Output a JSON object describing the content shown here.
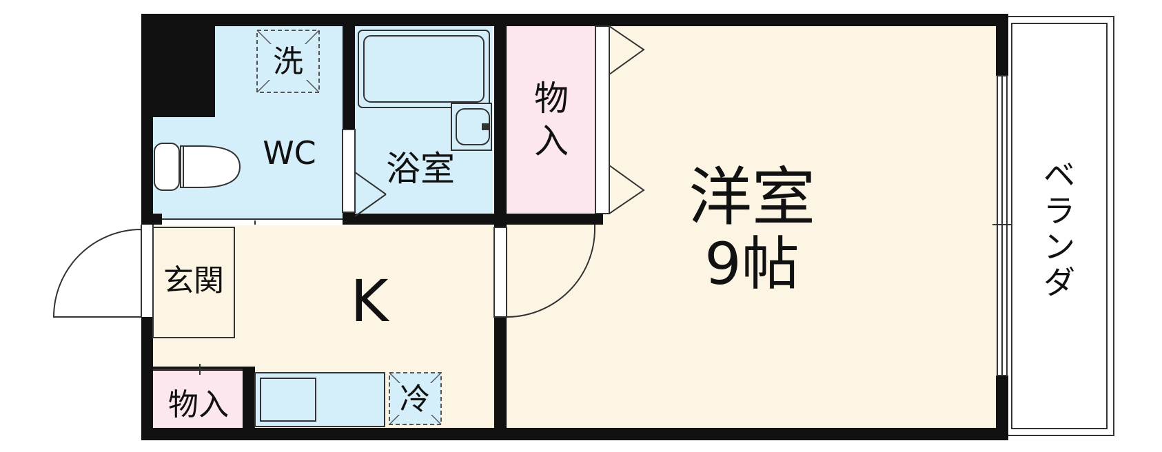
{
  "rooms": {
    "washer": "洗",
    "toilet": "WC",
    "bath": "浴室",
    "storage_top": [
      "物",
      "入"
    ],
    "western_room": "洋室",
    "western_size": "9帖",
    "entrance": "玄関",
    "kitchen": "K",
    "storage_bottom": "物入",
    "fridge": "冷",
    "balcony": [
      "ベ",
      "ラ",
      "ン",
      "ダ"
    ]
  },
  "colors": {
    "wet_area": "#d4effa",
    "living_area": "#fdf5e3",
    "storage": "#fce7ef",
    "wall": "#111111"
  }
}
